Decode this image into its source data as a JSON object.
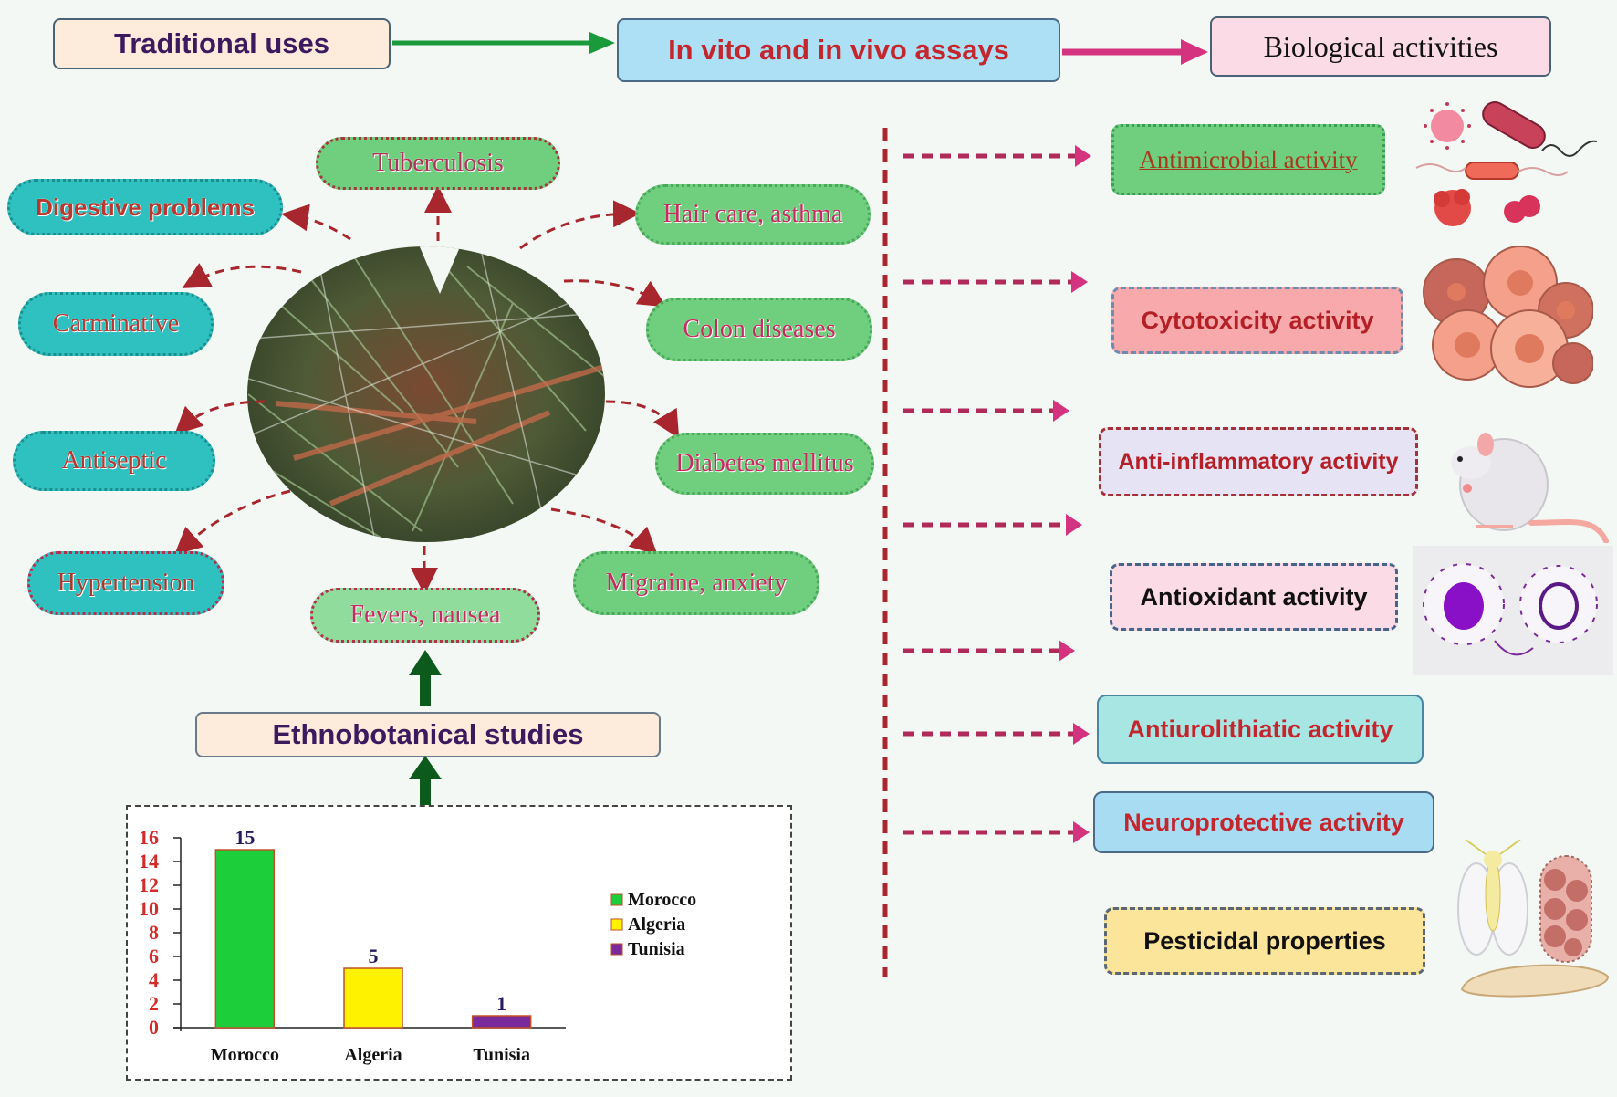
{
  "header": {
    "traditional_uses": "Traditional uses",
    "assays": "In vito and in vivo assays",
    "biological_activities": "Biological activities"
  },
  "colors": {
    "green_arrow": "#1a9a3a",
    "pink_arrow": "#d4337f",
    "dashed_red": "#a8262e",
    "dark_green_arrow": "#0c5a1c"
  },
  "traditional_uses": [
    {
      "id": "tuberculosis",
      "label": "Tuberculosis"
    },
    {
      "id": "digestive",
      "label": "Digestive problems"
    },
    {
      "id": "hair-care",
      "label": "Hair care, asthma"
    },
    {
      "id": "carminative",
      "label": "Carminative"
    },
    {
      "id": "colon",
      "label": "Colon diseases"
    },
    {
      "id": "antiseptic",
      "label": "Antiseptic"
    },
    {
      "id": "diabetes",
      "label": "Diabetes mellitus"
    },
    {
      "id": "hypertension",
      "label": "Hypertension"
    },
    {
      "id": "fevers",
      "label": "Fevers, nausea"
    },
    {
      "id": "migraine",
      "label": "Migraine, anxiety"
    }
  ],
  "ethnobotanical_studies": "Ethnobotanical studies",
  "activities": [
    {
      "id": "antimicrobial",
      "label": "Antimicrobial activity",
      "icon": "microbes-icon"
    },
    {
      "id": "cytotoxicity",
      "label": "Cytotoxicity activity",
      "icon": "cancer-cells-icon"
    },
    {
      "id": "anti-inflammatory",
      "label": "Anti-inflammatory activity",
      "icon": "mouse-icon"
    },
    {
      "id": "antioxidant",
      "label": "Antioxidant activity",
      "icon": "free-radical-icon"
    },
    {
      "id": "antiurolithiatic",
      "label": "Antiurolithiatic activity",
      "icon": ""
    },
    {
      "id": "neuroprotective",
      "label": "Neuroprotective activity",
      "icon": ""
    },
    {
      "id": "pesticidal",
      "label": "Pesticidal properties",
      "icon": "insects-icon"
    }
  ],
  "chart_data": {
    "type": "bar",
    "title": "",
    "xlabel": "",
    "ylabel": "",
    "categories": [
      "Morocco",
      "Algeria",
      "Tunisia"
    ],
    "values": [
      15,
      5,
      1
    ],
    "data_labels": [
      "15",
      "5",
      "1"
    ],
    "colors": [
      "#1ccf3a",
      "#fff200",
      "#7a2a9a"
    ],
    "ylim": [
      0,
      16
    ],
    "yticks": [
      0,
      2,
      4,
      6,
      8,
      10,
      12,
      14,
      16
    ],
    "ytick_labels": [
      "0",
      "2",
      "4",
      "6",
      "8",
      "10",
      "12",
      "14",
      "16"
    ],
    "legend": {
      "position": "right",
      "entries": [
        "Morocco",
        "Algeria",
        "Tunisia"
      ]
    },
    "grid": false
  }
}
